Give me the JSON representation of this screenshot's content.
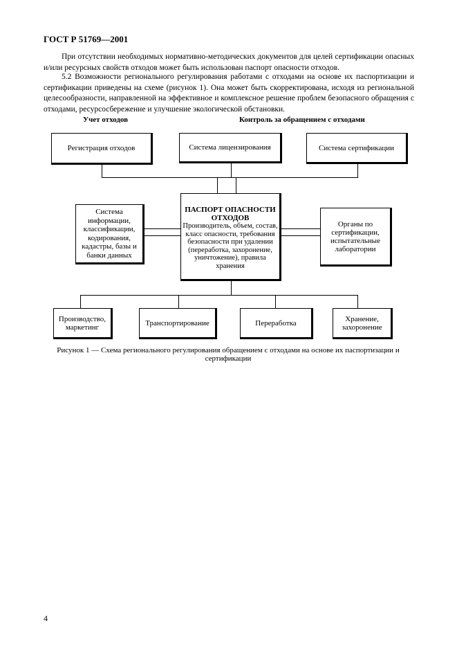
{
  "header": {
    "title": "ГОСТ Р 51769—2001"
  },
  "paragraphs": {
    "p1": "При отсутствии необходимых нормативно-методических документов для целей сертификации опасных и/или ресурсных свойств отходов может быть использован паспорт опасности отходов.",
    "p2": "5.2 Возможности регионального регулирования работами с отходами на основе их паспортизации и сертификации приведены на схеме (рисунок 1). Она может быть скорректирована, исходя из региональной целесообразности, направленной на эффективное и комплексное решение проблем безопасного обращения с отходами, ресурсосбережение и улучшение экологической обстановки."
  },
  "diagram": {
    "caption_left": "Учет отходов",
    "caption_right": "Контроль за обращением с отходами",
    "top_boxes": [
      "Регистрация отходов",
      "Система лицензирования",
      "Система сертификации"
    ],
    "center": {
      "title": "ПАСПОРТ ОПАСНОСТИ ОТХОДОВ",
      "body": "Производитель, объем, состав, класс опасности, требования безопасности при удалении (переработка, захоронение, уничтожение), правила хранения"
    },
    "left_box": "Система информации, классификации, кодирования, кадастры, базы и банки данных",
    "right_box": "Органы по сертификации, испытательные лаборатории",
    "bottom_boxes": [
      "Производство, маркетинг",
      "Транспортирование",
      "Переработка",
      "Хранение, захоронение"
    ]
  },
  "figure_caption": "Рисунок 1 — Схема регионального регулирования обращением с отходами на основе их паспортизации и сертификации",
  "page_number": "4"
}
